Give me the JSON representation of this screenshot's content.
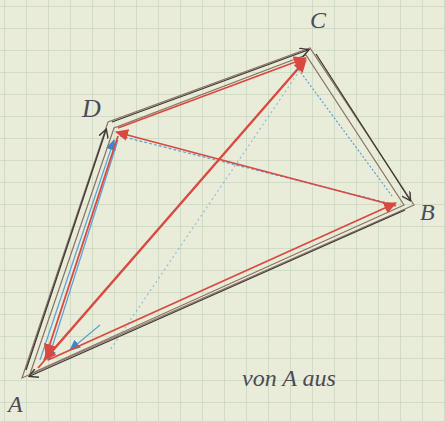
{
  "diagram": {
    "labels": [
      "C",
      "D",
      "B",
      "A",
      "von A aus"
    ]
  }
}
